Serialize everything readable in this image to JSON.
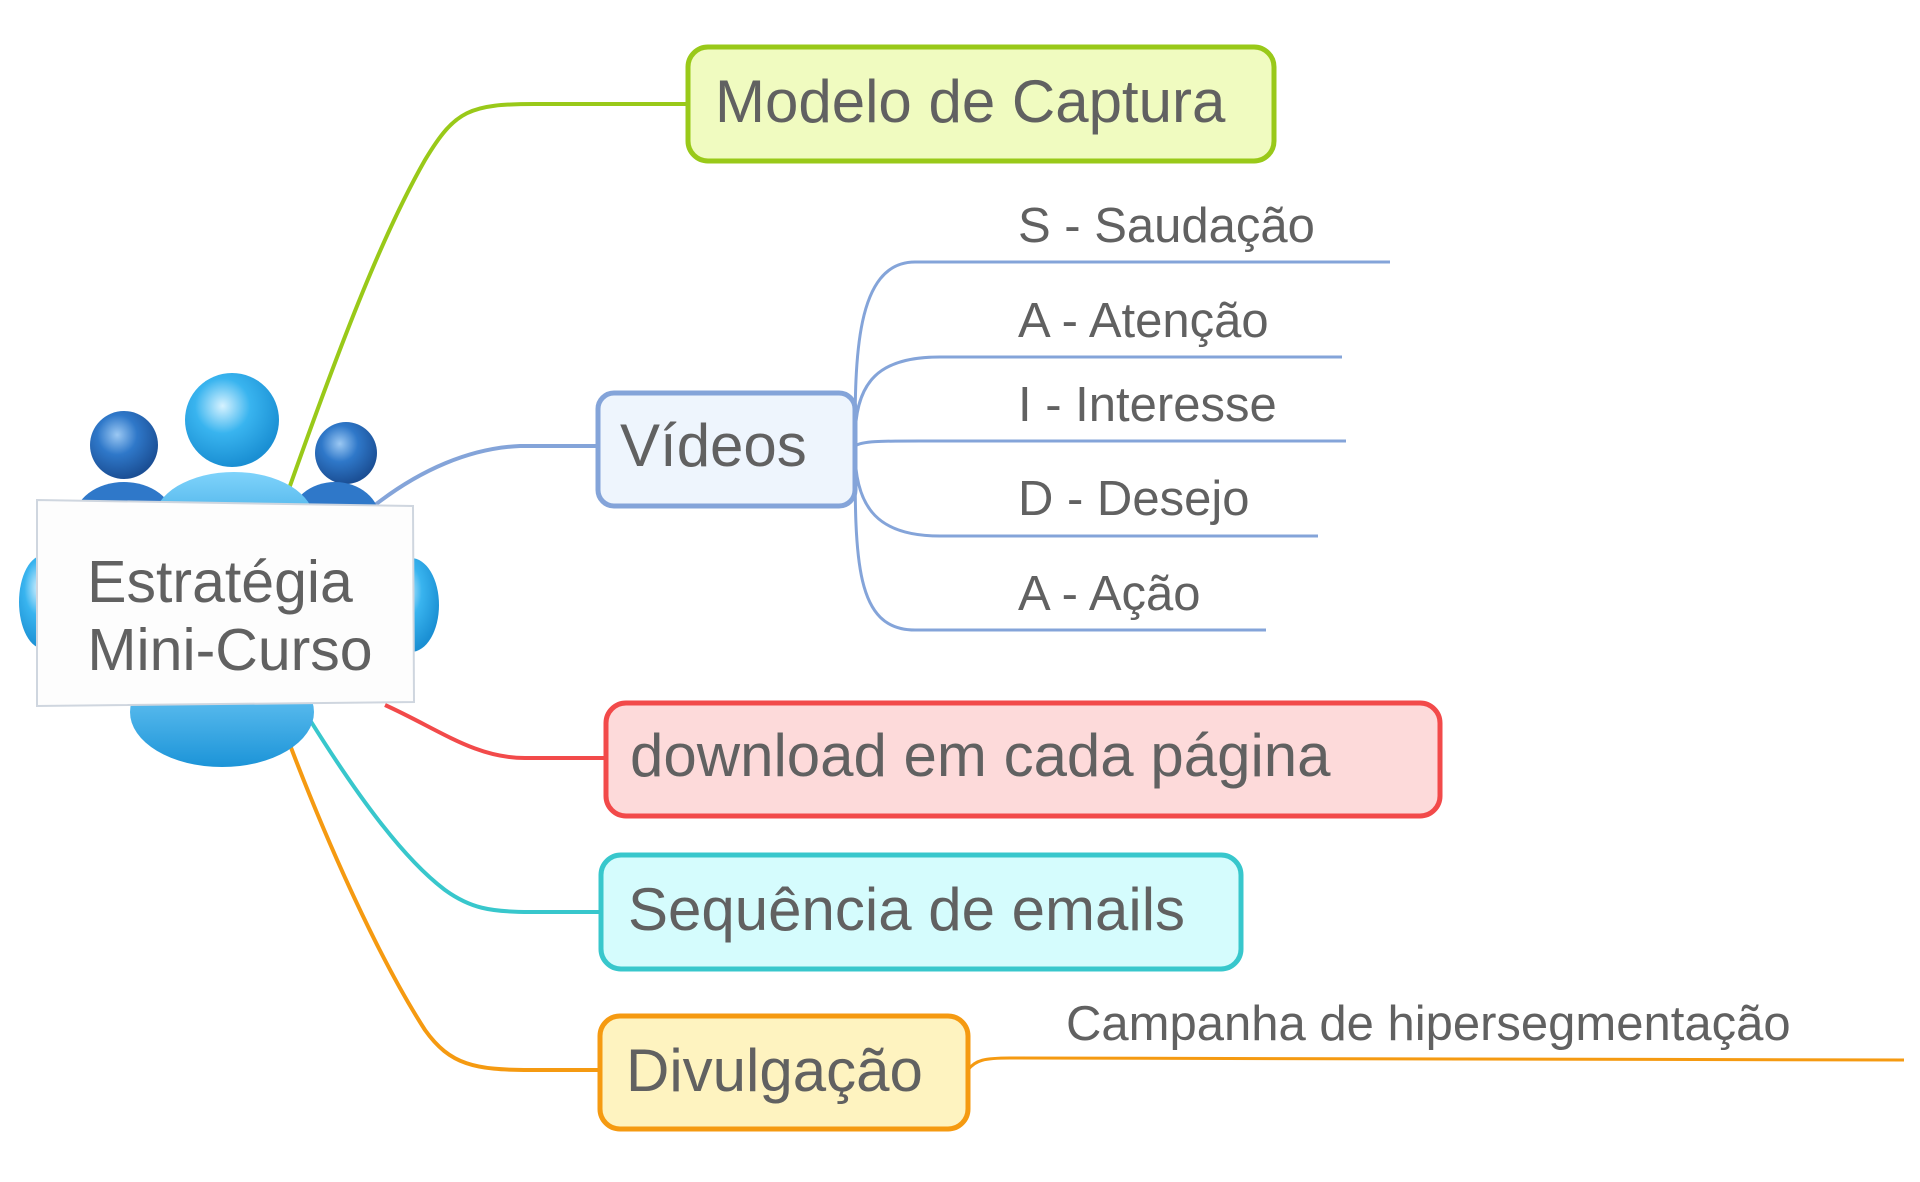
{
  "central": {
    "line1": "Estratégia",
    "line2": "Mini-Curso",
    "icon": "people-group-icon"
  },
  "branches": {
    "modelo": {
      "label": "Modelo de Captura",
      "color": "#99c919",
      "fill": "#f0fbc0"
    },
    "videos": {
      "label": "Vídeos",
      "color": "#84a4d9",
      "fill": "#eef5fd",
      "children": [
        "S - Saudação",
        "A - Atenção",
        "I - Interesse",
        "D - Desejo",
        "A - Ação"
      ]
    },
    "download": {
      "label": "download em cada página",
      "color": "#f24a4a",
      "fill": "#fddada"
    },
    "emails": {
      "label": "Sequência de emails",
      "color": "#38c7cc",
      "fill": "#d5fcfd"
    },
    "divulgacao": {
      "label": "Divulgação",
      "color": "#f59a11",
      "fill": "#fef3c0",
      "children": [
        "Campanha de hipersegmentação"
      ]
    }
  }
}
